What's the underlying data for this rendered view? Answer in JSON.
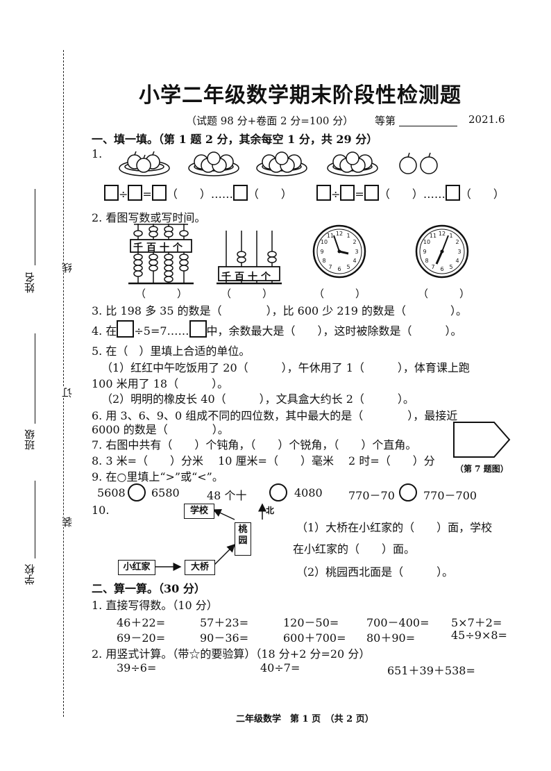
{
  "margin": {
    "name": "姓名",
    "cls": "班级",
    "school": "学校",
    "line": "线",
    "ding": "订",
    "zhuang": "装"
  },
  "header": {
    "title": "小学二年级数学期末阶段性检测题",
    "score": "（试题 98 分+卷面 2 分=100 分）",
    "grade": "等第",
    "date": "2021.6"
  },
  "s1": {
    "heading": "一、填一填。（第 1 题 2 分，其余每空 1 分，共 29 分）",
    "q1": "1.",
    "q1_left": {
      "div": "÷",
      "eq": "=",
      "rest": "（　　）……",
      "end": "（　　）"
    },
    "q1_right": {
      "div": "÷",
      "eq": "=",
      "rest": "（　　）……",
      "end": "（　　）"
    },
    "q2": "2. 看图写数或写时间。",
    "abacus1_label": "千百十个",
    "abacus2_label": "千百十个",
    "paren": "（　　　）",
    "q3": "3. 比 198 多 35 的数是（　　　　），比 600 少 219 的数是（　　　　）。",
    "q4_a": "4. 在",
    "q4_b": "÷5=7……",
    "q4_c": "中，余数最大是（　　），这时被除数是（　　　）。",
    "q5": "5. 在（　）里填上合适的单位。",
    "q5_1": "（1）红红中午吃饭用了 20（　　　），午休用了 1（　　　），体育课上跑",
    "q5_1b": "100 米用了 18（　　　）。",
    "q5_2": "（2）明明的橡皮长 40（　　　），文具盒大约长 2（　　　）。",
    "q6": "6. 用 3、6、9、0 组成不同的四位数，其中最大的是（　　　　），最接近",
    "q6b": "6000 的数是（　　　　）。",
    "q7": "7. 右图中共有（　　）个钝角，（　　）个锐角，（　　）个直角。",
    "q7_caption": "（第 7 题图）",
    "q8": "8. 3 米=（　　）分米　 10 厘米=（　　）毫米　 2 时=（　　）分",
    "q9": "9. 在○里填上“>”或“<”。",
    "q9_items": [
      "5608",
      "6580",
      "48 个十",
      "4080",
      "770－70",
      "770－700"
    ],
    "q10": "10.",
    "map": {
      "school": "学校",
      "peach": "桃园",
      "home": "小红家",
      "bridge": "大桥",
      "north": "北"
    },
    "q10_1": "（1）大桥在小红家的（　　）面，学校",
    "q10_1b": "在小红家的（　　）面。",
    "q10_2": "（2）桃园西北面是（　　　）。"
  },
  "s2": {
    "heading": "二、算一算。（30 分）",
    "q1": "1. 直接写得数。（10 分）",
    "row1": [
      "46＋22=",
      "57＋23=",
      "120－50=",
      "700－400=",
      "5×7＋2="
    ],
    "row2": [
      "69－20=",
      "90－36=",
      "600＋700=",
      "80＋90=",
      "45÷9×8="
    ],
    "q2": "2. 用竖式计算。（带☆的要验算）（18 分+2 分=20 分）",
    "row3": [
      "39÷6=",
      "40÷7=",
      "651＋39＋538="
    ]
  },
  "footer": "二年级数学　第 1 页　（共 2 页）"
}
